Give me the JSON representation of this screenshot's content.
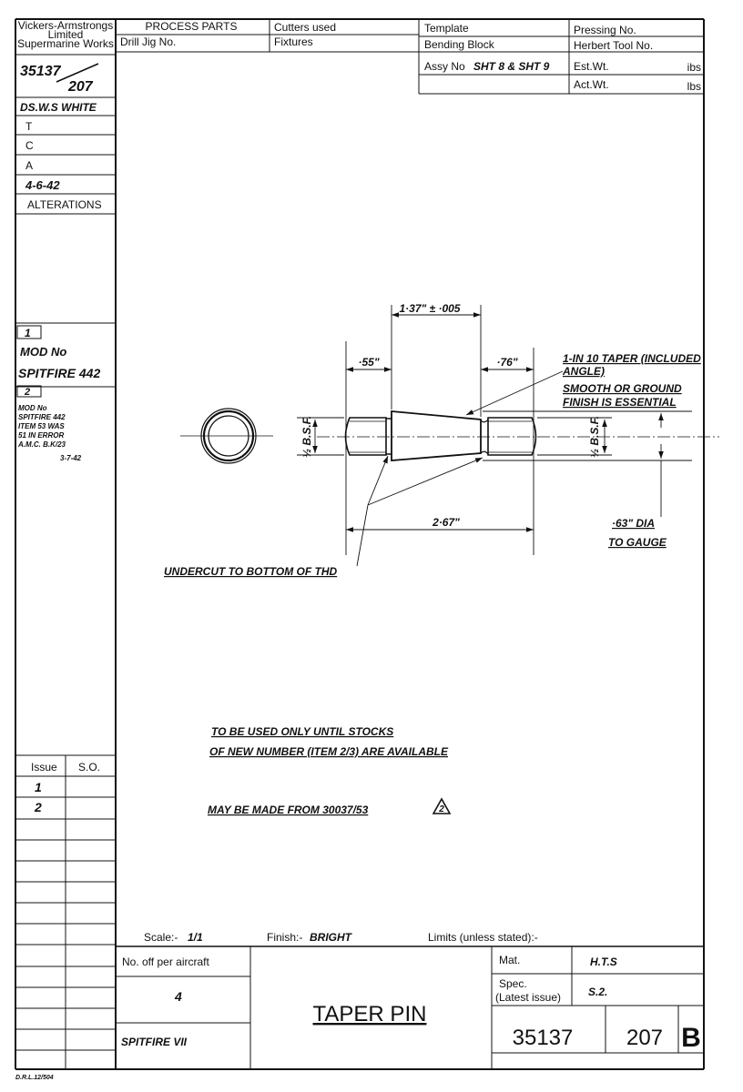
{
  "company": {
    "line1": "Vickers-Armstrongs",
    "line2": "Limited",
    "line3": "Supermarine Works"
  },
  "header": {
    "process_parts": "PROCESS PARTS",
    "drill_jig": "Drill Jig No.",
    "cutters_used": "Cutters used",
    "fixtures": "Fixtures",
    "template": "Template",
    "bending_block": "Bending Block",
    "assy_label": "Assy No",
    "assy_value": "SHT 8 & SHT 9",
    "pressing_no": "Pressing No.",
    "herbert_tool_no": "Herbert Tool No.",
    "est_wt": "Est.Wt.",
    "act_wt": "Act.Wt.",
    "ibs": "ibs",
    "lbs": "lbs"
  },
  "left_column": {
    "drawing_no_top": "35137",
    "drawing_no_bottom": "207",
    "drawn": "DS.W.S WHITE",
    "t": "T",
    "c": "C",
    "a": "A",
    "date": "4-6-42",
    "alterations": "ALTERATIONS",
    "alt1_num": "1",
    "alt1_line1": "MOD No",
    "alt1_line2": "SPITFIRE 442",
    "alt2_num": "2",
    "alt2_lines": [
      "MOD No",
      "SPITFIRE 442",
      "ITEM 53 WAS",
      "51 IN ERROR",
      "A.M.C. B.K/23",
      "3-7-42"
    ],
    "issue_label": "Issue",
    "so_label": "S.O.",
    "issues": [
      "1",
      "2"
    ]
  },
  "drawing": {
    "dim_taper_length": "1·37\" ± ·005",
    "dim_left": "·55\"",
    "dim_right": "·76\"",
    "dim_overall": "2·67\"",
    "thread_left": "½ B.S.F.",
    "thread_right": "½ B.S.F.",
    "note_taper": [
      "1-IN 10 TAPER (INCLUDED",
      "ANGLE)",
      "SMOOTH OR GROUND",
      "FINISH IS ESSENTIAL"
    ],
    "note_dia": [
      "·63\" DIA",
      "TO GAUGE"
    ],
    "note_undercut": "UNDERCUT TO BOTTOM OF THD",
    "note_stock": [
      "TO BE USED ONLY UNTIL STOCKS",
      "OF NEW NUMBER (ITEM 2/3) ARE AVAILABLE"
    ],
    "note_alt_material": "MAY BE MADE FROM 30037/53",
    "note_alt_material_flag": "2"
  },
  "title_block": {
    "scale_label": "Scale:-",
    "scale_value": "1/1",
    "finish_label": "Finish:-",
    "finish_value": "BRIGHT",
    "limits": "Limits (unless stated):-",
    "no_off_label": "No. off per aircraft",
    "no_off_value": "4",
    "aircraft": "SPITFIRE VII",
    "title": "TAPER PIN",
    "mat_label": "Mat.",
    "mat_value": "H.T.S",
    "spec_label_1": "Spec.",
    "spec_label_2": "(Latest issue)",
    "spec_value": "S.2.",
    "part_no": "35137",
    "part_suffix": "207",
    "revision": "B"
  },
  "footer_code": "D.R.L.12/504"
}
